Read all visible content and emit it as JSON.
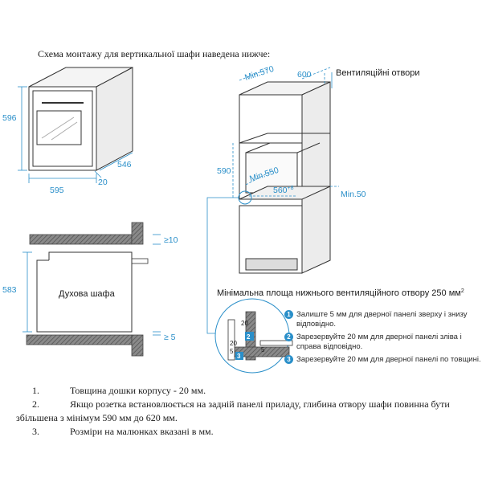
{
  "intro": "Схема монтажу для вертикальної шафи наведена нижче:",
  "oven_iso": {
    "height": "596",
    "width": "595",
    "depth": "546",
    "door": "20"
  },
  "cabinet": {
    "min_depth": "Min.570",
    "width": "600",
    "vent_label": "Вентиляційні отвори",
    "niche_height": "590",
    "niche_depth": "Min.550",
    "niche_width": "560",
    "niche_width_sup": "+8",
    "gap": "Min.50",
    "vent_area": "Мінімальна площа нижнього вентиляційного отвору 250 мм",
    "vent_area_sup": "2"
  },
  "side": {
    "top_gap": "≥10",
    "height": "583",
    "bottom_gap": "≥ 5",
    "label": "Духова шафа"
  },
  "detail": {
    "v1": "20",
    "v2": "5",
    "v3": "20",
    "v4": "5"
  },
  "tips": [
    {
      "badge": "1",
      "text": "Залиште 5 мм для дверної панелі зверху і знизу відповідно."
    },
    {
      "badge": "2",
      "text": "Зарезервуйте 20 мм для дверної панелі зліва і справа відповідно."
    },
    {
      "badge": "3",
      "text": "Зарезервуйте 20 мм для дверної панелі по товщині."
    }
  ],
  "notes": [
    {
      "num": "1.",
      "text": "Товщина дошки корпусу - 20 мм."
    },
    {
      "num": "2.",
      "text": "Якщо розетка встановлюється на задній панелі приладу, глибина отвору шафи повинна бути",
      "text2": "збільшена з мінімум 590 мм до 620 мм."
    },
    {
      "num": "3.",
      "text": "Розміри на малюнках вказані в мм."
    }
  ],
  "colors": {
    "dim": "#2a8fc9",
    "line": "#333333",
    "hatch": "#6b6b6b"
  }
}
